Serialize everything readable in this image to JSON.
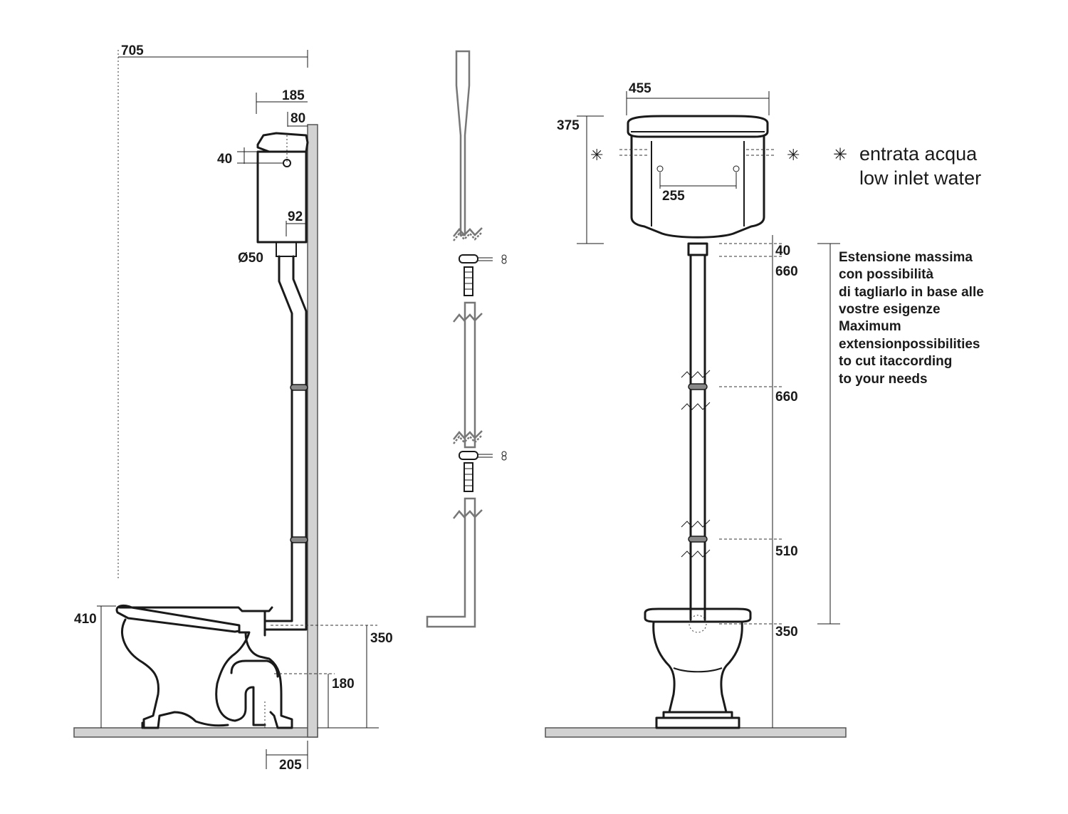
{
  "side_view": {
    "dims": {
      "overall_height": "705",
      "cistern_depth": "185",
      "inlet_wall_offset": "80",
      "inlet_height": "40",
      "outlet_wall_offset": "92",
      "flush_pipe_diameter": "Ø50",
      "bowl_height": "410",
      "inlet_floor_height": "350",
      "outlet_height": "180",
      "outlet_wall_distance": "205"
    }
  },
  "front_view": {
    "dims": {
      "cistern_width": "455",
      "cistern_height": "375",
      "fixing_distance": "255",
      "segment_top": "40",
      "segment_1": "660",
      "segment_2": "660",
      "segment_3": "510",
      "inlet_height": "350"
    },
    "inlet_symbol": "✳"
  },
  "legend": {
    "symbol": "✳",
    "line1": "entrata acqua",
    "line2": "low inlet water"
  },
  "note": {
    "lines": [
      "Estensione massima",
      "con possibilità",
      "di tagliarlo in base alle",
      "vostre esigenze",
      "Maximum",
      "extensionpossibilities",
      "to cut itaccording",
      "to your needs"
    ]
  }
}
